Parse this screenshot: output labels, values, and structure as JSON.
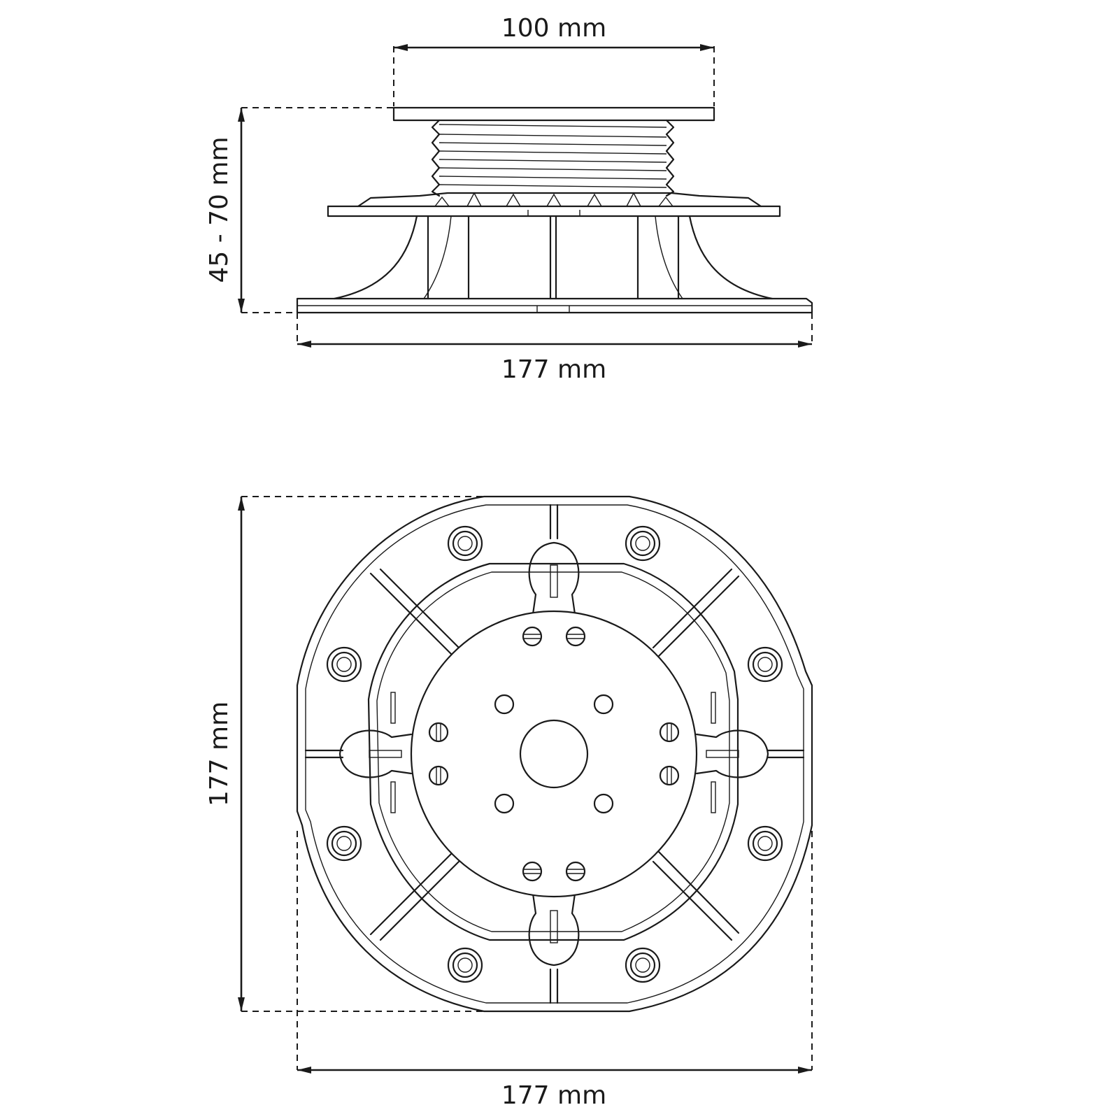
{
  "side_view": {
    "top_width_label": "100 mm",
    "height_label": "45 - 70 mm",
    "base_width_label": "177 mm"
  },
  "top_view": {
    "height_label": "177 mm",
    "width_label": "177 mm"
  },
  "colors": {
    "ink": "#1a1a1a",
    "background": "#ffffff"
  }
}
